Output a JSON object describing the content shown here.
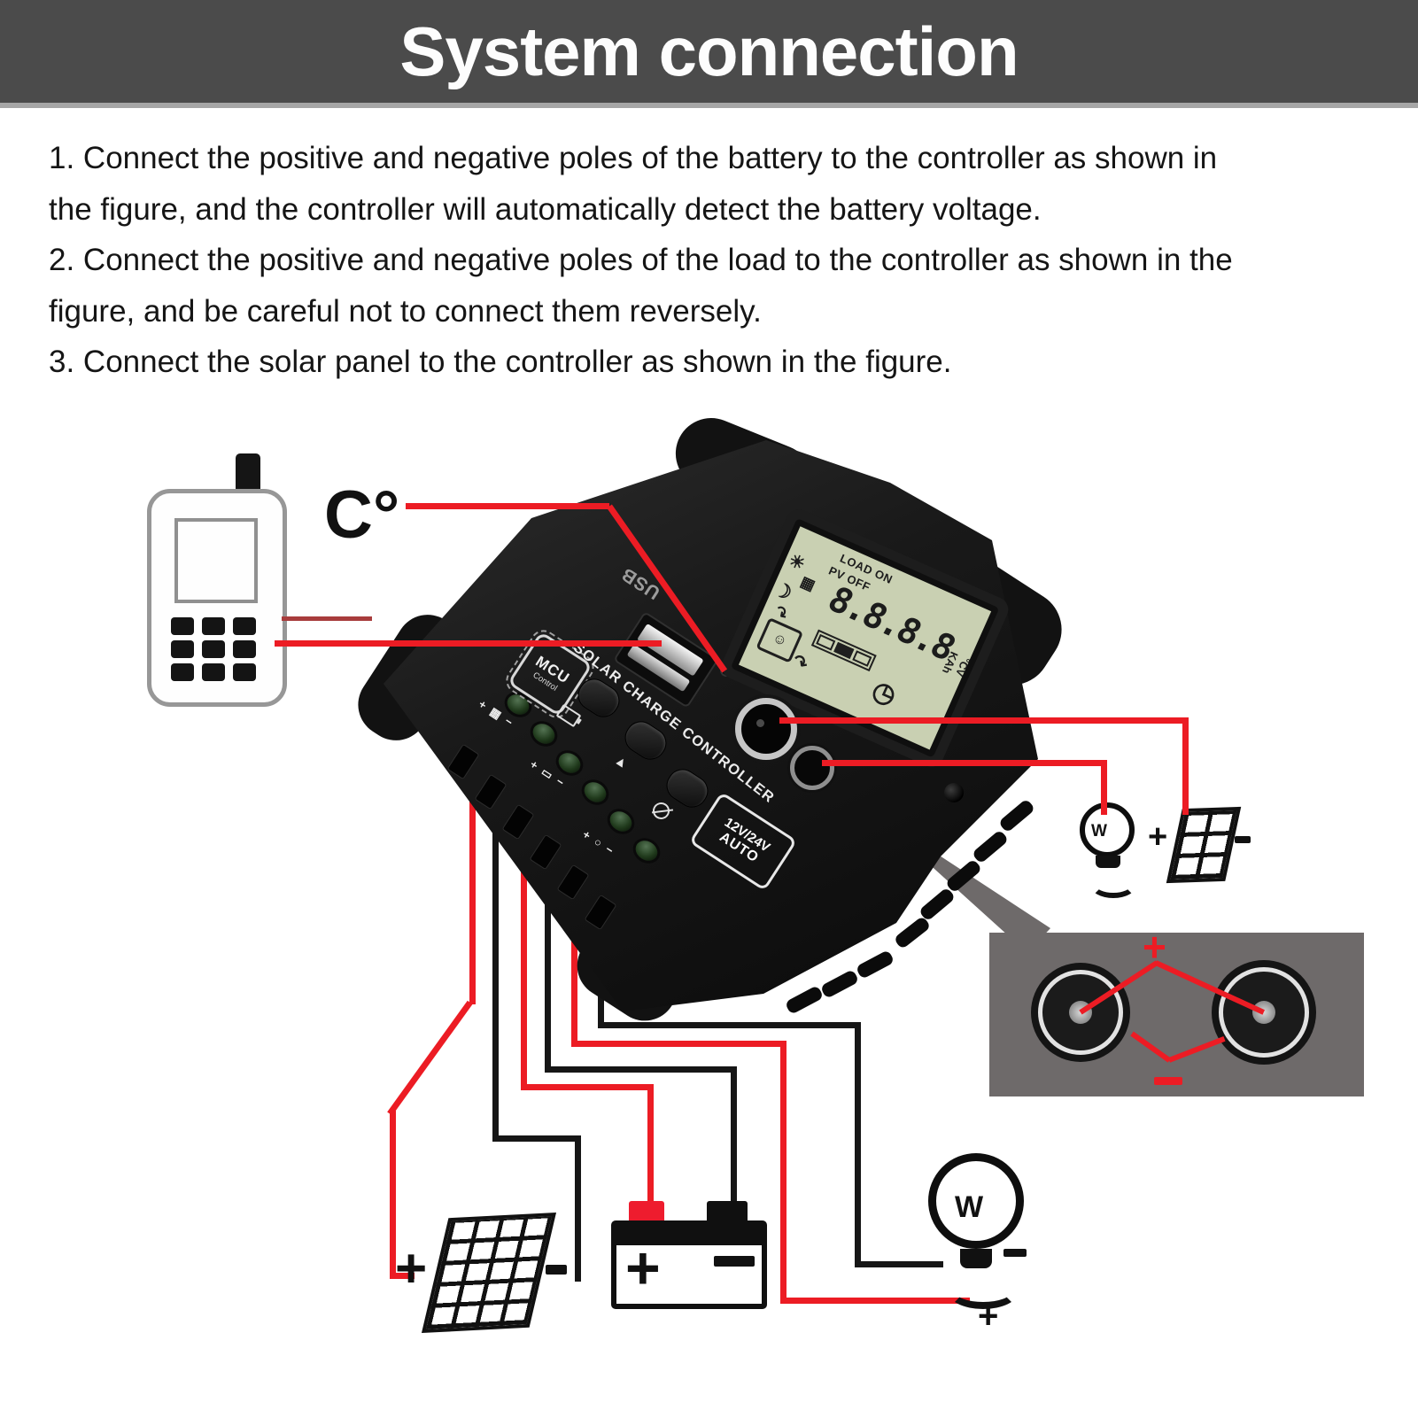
{
  "header": {
    "title": "System connection"
  },
  "instructions": [
    "1. Connect the positive and negative poles of the battery to the controller as shown in",
    "the figure, and the controller will automatically detect the battery voltage.",
    "2. Connect the positive and negative poles of the load to the controller as shown in the",
    "figure, and be careful not to connect them reversely.",
    "3. Connect the solar panel to the controller as shown in the figure."
  ],
  "annotations": {
    "temp_label": "C°"
  },
  "device": {
    "usb_label": "USB",
    "mcu_label": "MCU",
    "mcu_sublabel": "Control",
    "name": "SOLAR CHARGE CONTROLLER",
    "voltage_label": "12V/24V",
    "auto_label": "AUTO",
    "lcd": {
      "load_status": "LOAD ON",
      "pv_status": "PV OFF",
      "digits": "8.8.8.8",
      "unit_row1": "°CV",
      "unit_row2": "KAh"
    },
    "terminal_labels": {
      "solar": "+ ▦ −",
      "battery": "+ ▭ −",
      "load": "+ ○ −"
    }
  },
  "icons": {
    "sun": "☀",
    "moon": "☽",
    "curve_arrow": "↷",
    "clock": "◷",
    "smiley": "☺",
    "up_arrow": "▲",
    "panel_grid": "▦",
    "filament": "W"
  },
  "polarity": {
    "plus": "+",
    "minus": "−"
  },
  "colors": {
    "header_bg": "#4b4b4b",
    "wire_red": "#ec1c24",
    "wire_dark_red": "#a83c3c",
    "wire_black": "#161616",
    "inset_gray": "#6e6a6a",
    "lcd_bg": "#c9d0b2"
  }
}
